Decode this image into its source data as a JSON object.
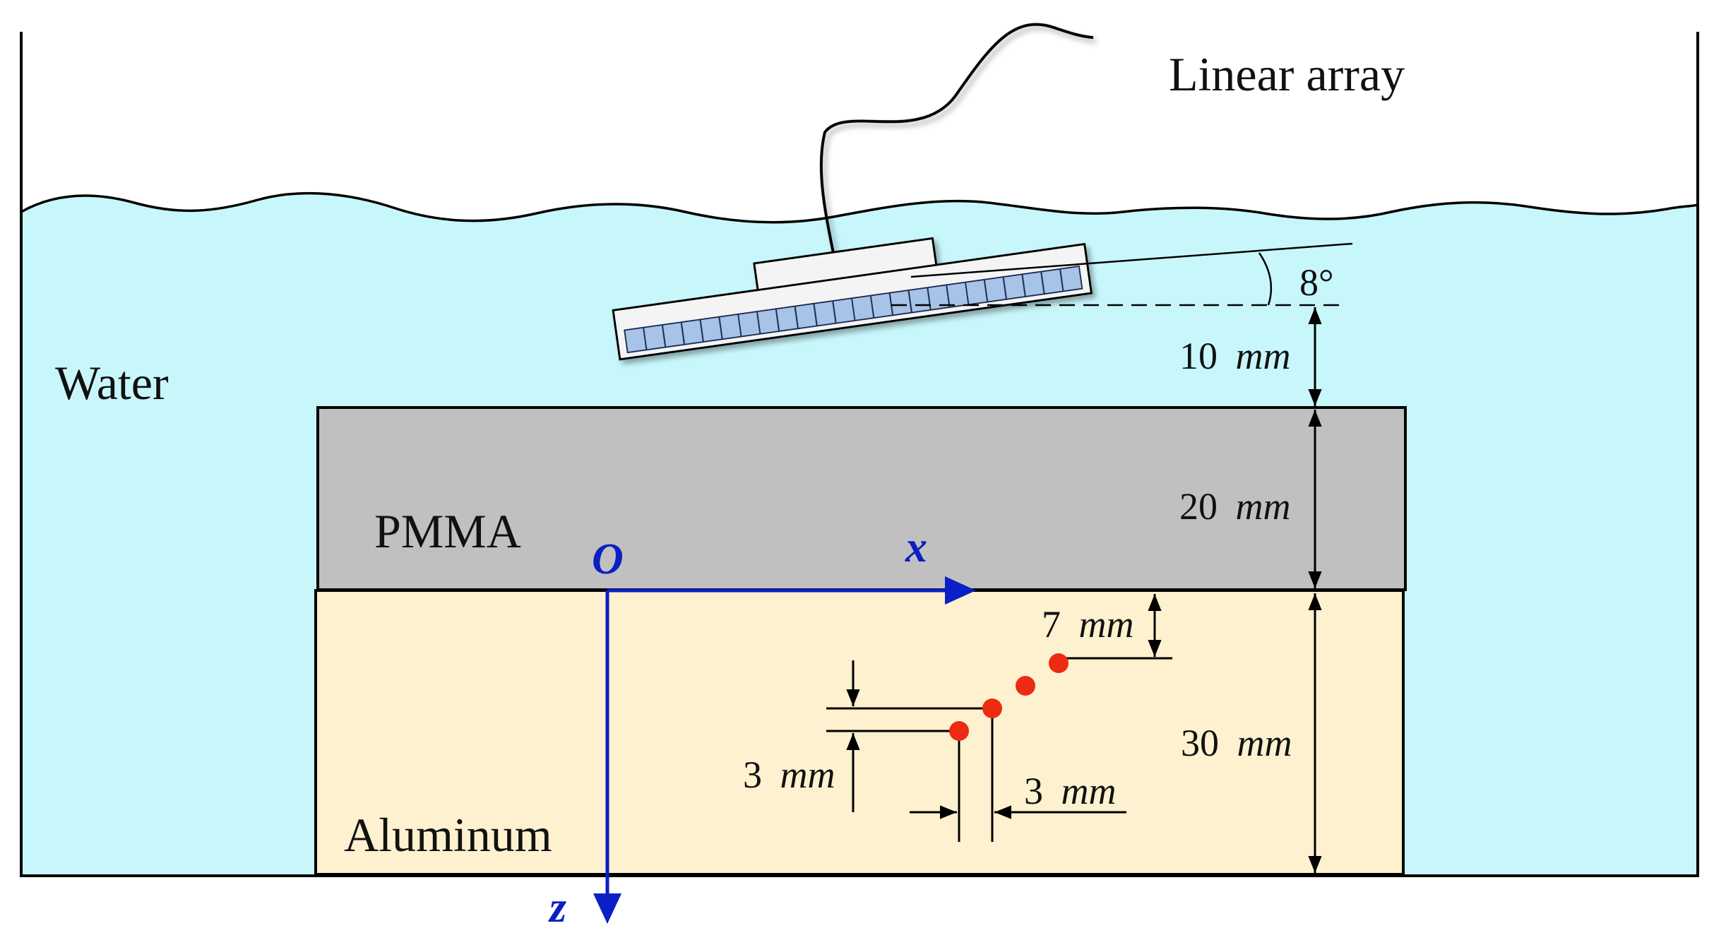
{
  "colors": {
    "water": "#c8f7fb",
    "pmma": "#c0c0c0",
    "aluminum": "#fdf1cf",
    "axis": "#0a1fc4",
    "defect": "#ec2b12",
    "array_element": "#a7c3e8",
    "outline": "#000000"
  },
  "labels": {
    "linear_array": "Linear array",
    "water": "Water",
    "pmma": "PMMA",
    "aluminum": "Aluminum",
    "angle": "8°"
  },
  "axes": {
    "origin": "O",
    "x": "x",
    "z": "z"
  },
  "dimensions": {
    "standoff": {
      "value": "10",
      "unit": "mm"
    },
    "pmma_thickness": {
      "value": "20",
      "unit": "mm"
    },
    "aluminum_thickness": {
      "value": "30",
      "unit": "mm"
    },
    "defect_depth": {
      "value": "7",
      "unit": "mm"
    },
    "defect_spacing_z": {
      "value": "3",
      "unit": "mm"
    },
    "defect_spacing_x": {
      "value": "3",
      "unit": "mm"
    }
  },
  "defects": {
    "count": 4
  },
  "transducer": {
    "element_count": 24
  }
}
